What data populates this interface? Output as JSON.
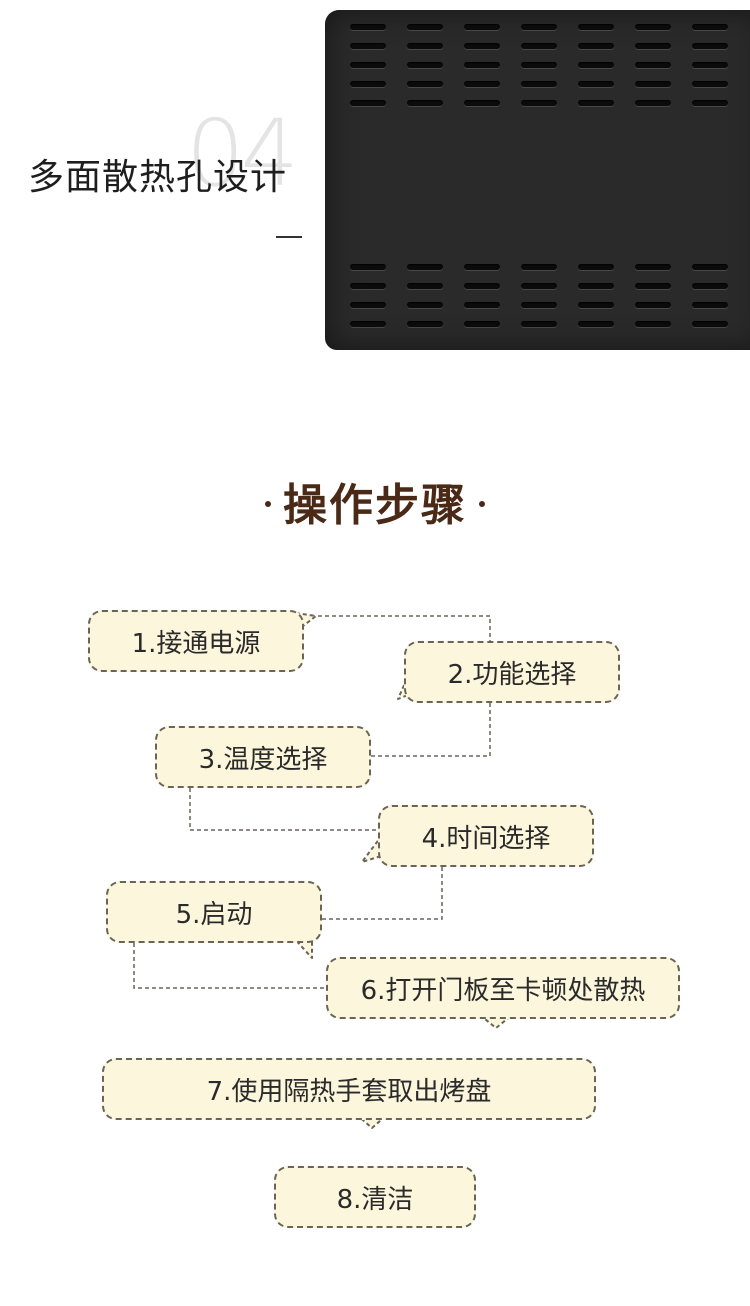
{
  "feature": {
    "number": "04",
    "title": "多面散热孔设计"
  },
  "steps": {
    "title": "操作步骤",
    "items": [
      {
        "label": "1.接通电源"
      },
      {
        "label": "2.功能选择"
      },
      {
        "label": "3.温度选择"
      },
      {
        "label": "4.时间选择"
      },
      {
        "label": "5.启动"
      },
      {
        "label": "6.打开门板至卡顿处散热"
      },
      {
        "label": "7.使用隔热手套取出烤盘"
      },
      {
        "label": "8.清洁"
      }
    ]
  },
  "colors": {
    "heading": "#4a2a16",
    "bubble_fill": "#fbf6dc",
    "bubble_border": "#6a6458",
    "panel": "#2a2a2a"
  }
}
